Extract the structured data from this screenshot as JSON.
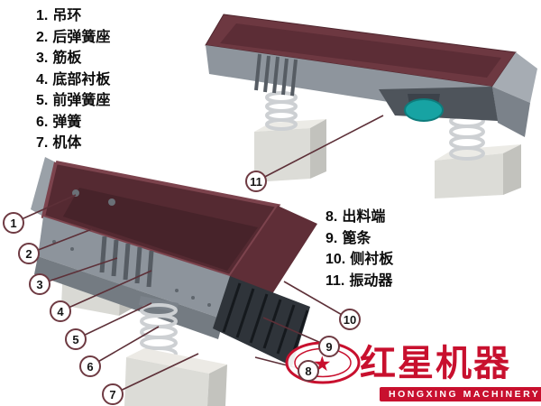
{
  "legend_left": {
    "items": [
      {
        "num": "1.",
        "label": "吊环"
      },
      {
        "num": "2.",
        "label": "后弹簧座"
      },
      {
        "num": "3.",
        "label": "筋板"
      },
      {
        "num": "4.",
        "label": "底部衬板"
      },
      {
        "num": "5.",
        "label": "前弹簧座"
      },
      {
        "num": "6.",
        "label": "弹簧"
      },
      {
        "num": "7.",
        "label": "机体"
      }
    ]
  },
  "legend_right": {
    "items": [
      {
        "num": "8.",
        "label": "出料端"
      },
      {
        "num": "9.",
        "label": "篦条"
      },
      {
        "num": "10.",
        "label": "侧衬板"
      },
      {
        "num": "11.",
        "label": "振动器"
      }
    ]
  },
  "callouts": [
    {
      "num": "1"
    },
    {
      "num": "2"
    },
    {
      "num": "3"
    },
    {
      "num": "4"
    },
    {
      "num": "5"
    },
    {
      "num": "6"
    },
    {
      "num": "7"
    },
    {
      "num": "8"
    },
    {
      "num": "9"
    },
    {
      "num": "10"
    },
    {
      "num": "11"
    }
  ],
  "brand": {
    "name": "红星机器",
    "subtitle": "HONGXING MACHINERY",
    "star_glyph": "★"
  },
  "colors": {
    "brand_red": "#c8102e",
    "trough_maroon": "#5e2f38",
    "steel_gray": "#8d949c",
    "concrete_gray": "#dcdcd7",
    "vibrator_teal": "#17a3a3",
    "callout_border": "#6e3a42"
  }
}
